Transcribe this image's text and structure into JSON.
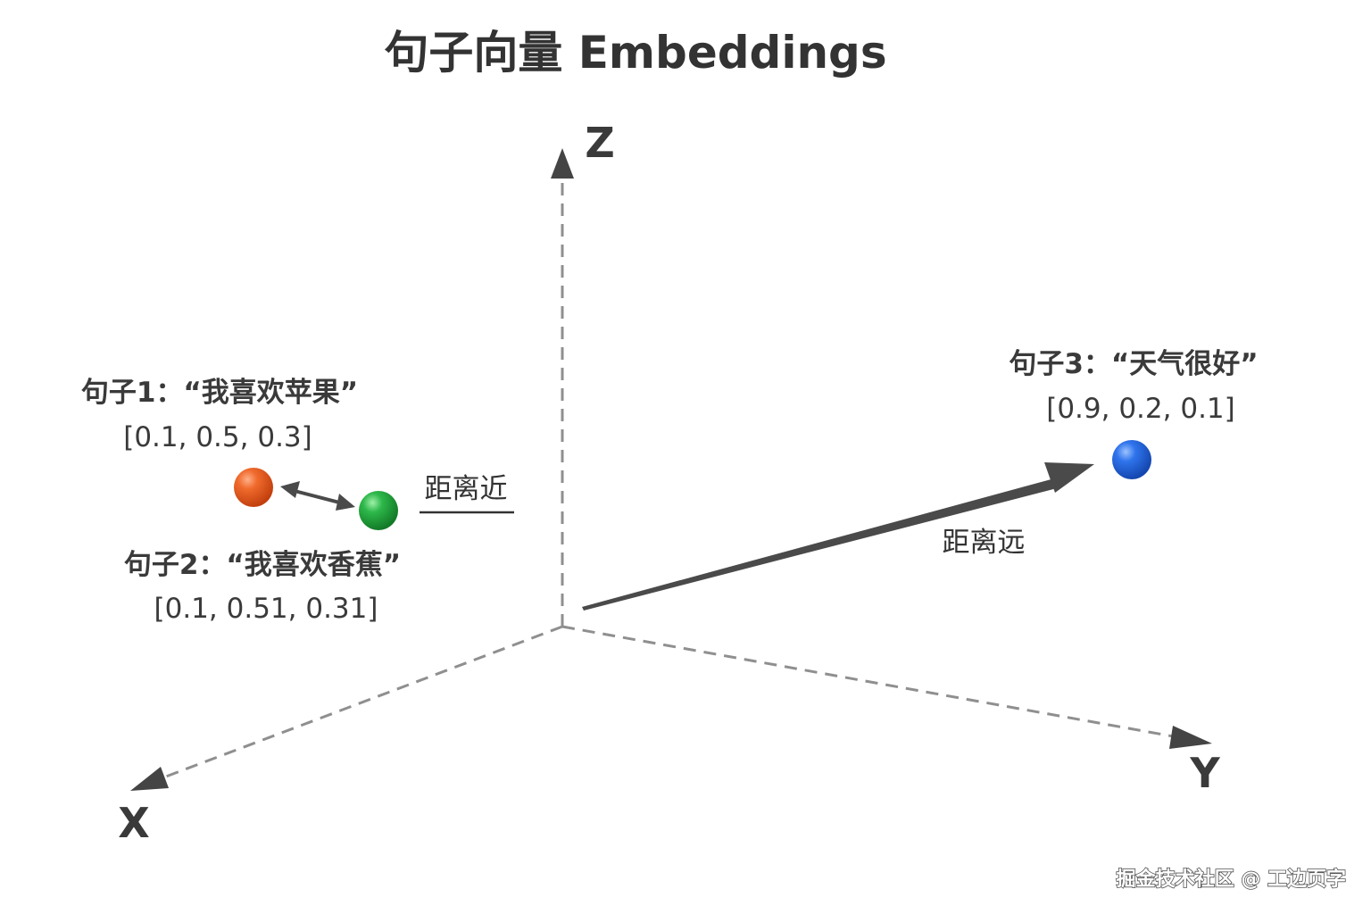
{
  "title": "句子向量 Embeddings",
  "axes": {
    "x_label": "X",
    "y_label": "Y",
    "z_label": "Z"
  },
  "sentences": [
    {
      "label": "句子1：“我喜欢苹果”",
      "vector": "[0.1, 0.5, 0.3]",
      "color": "#e8541b"
    },
    {
      "label": "句子2：“我喜欢香蕉”",
      "vector": "[0.1, 0.51, 0.31]",
      "color": "#1fa33a"
    },
    {
      "label": "句子3：“天气很好”",
      "vector": "[0.9, 0.2, 0.1]",
      "color": "#1f63e0"
    }
  ],
  "distances": {
    "near_label": "距离近",
    "far_label": "距离远"
  },
  "watermark": "掘金技术社区 @ 工边页字",
  "colors": {
    "axis": "#8f8f8f",
    "arrow": "#4a4a4a",
    "text": "#3a3a3a"
  }
}
